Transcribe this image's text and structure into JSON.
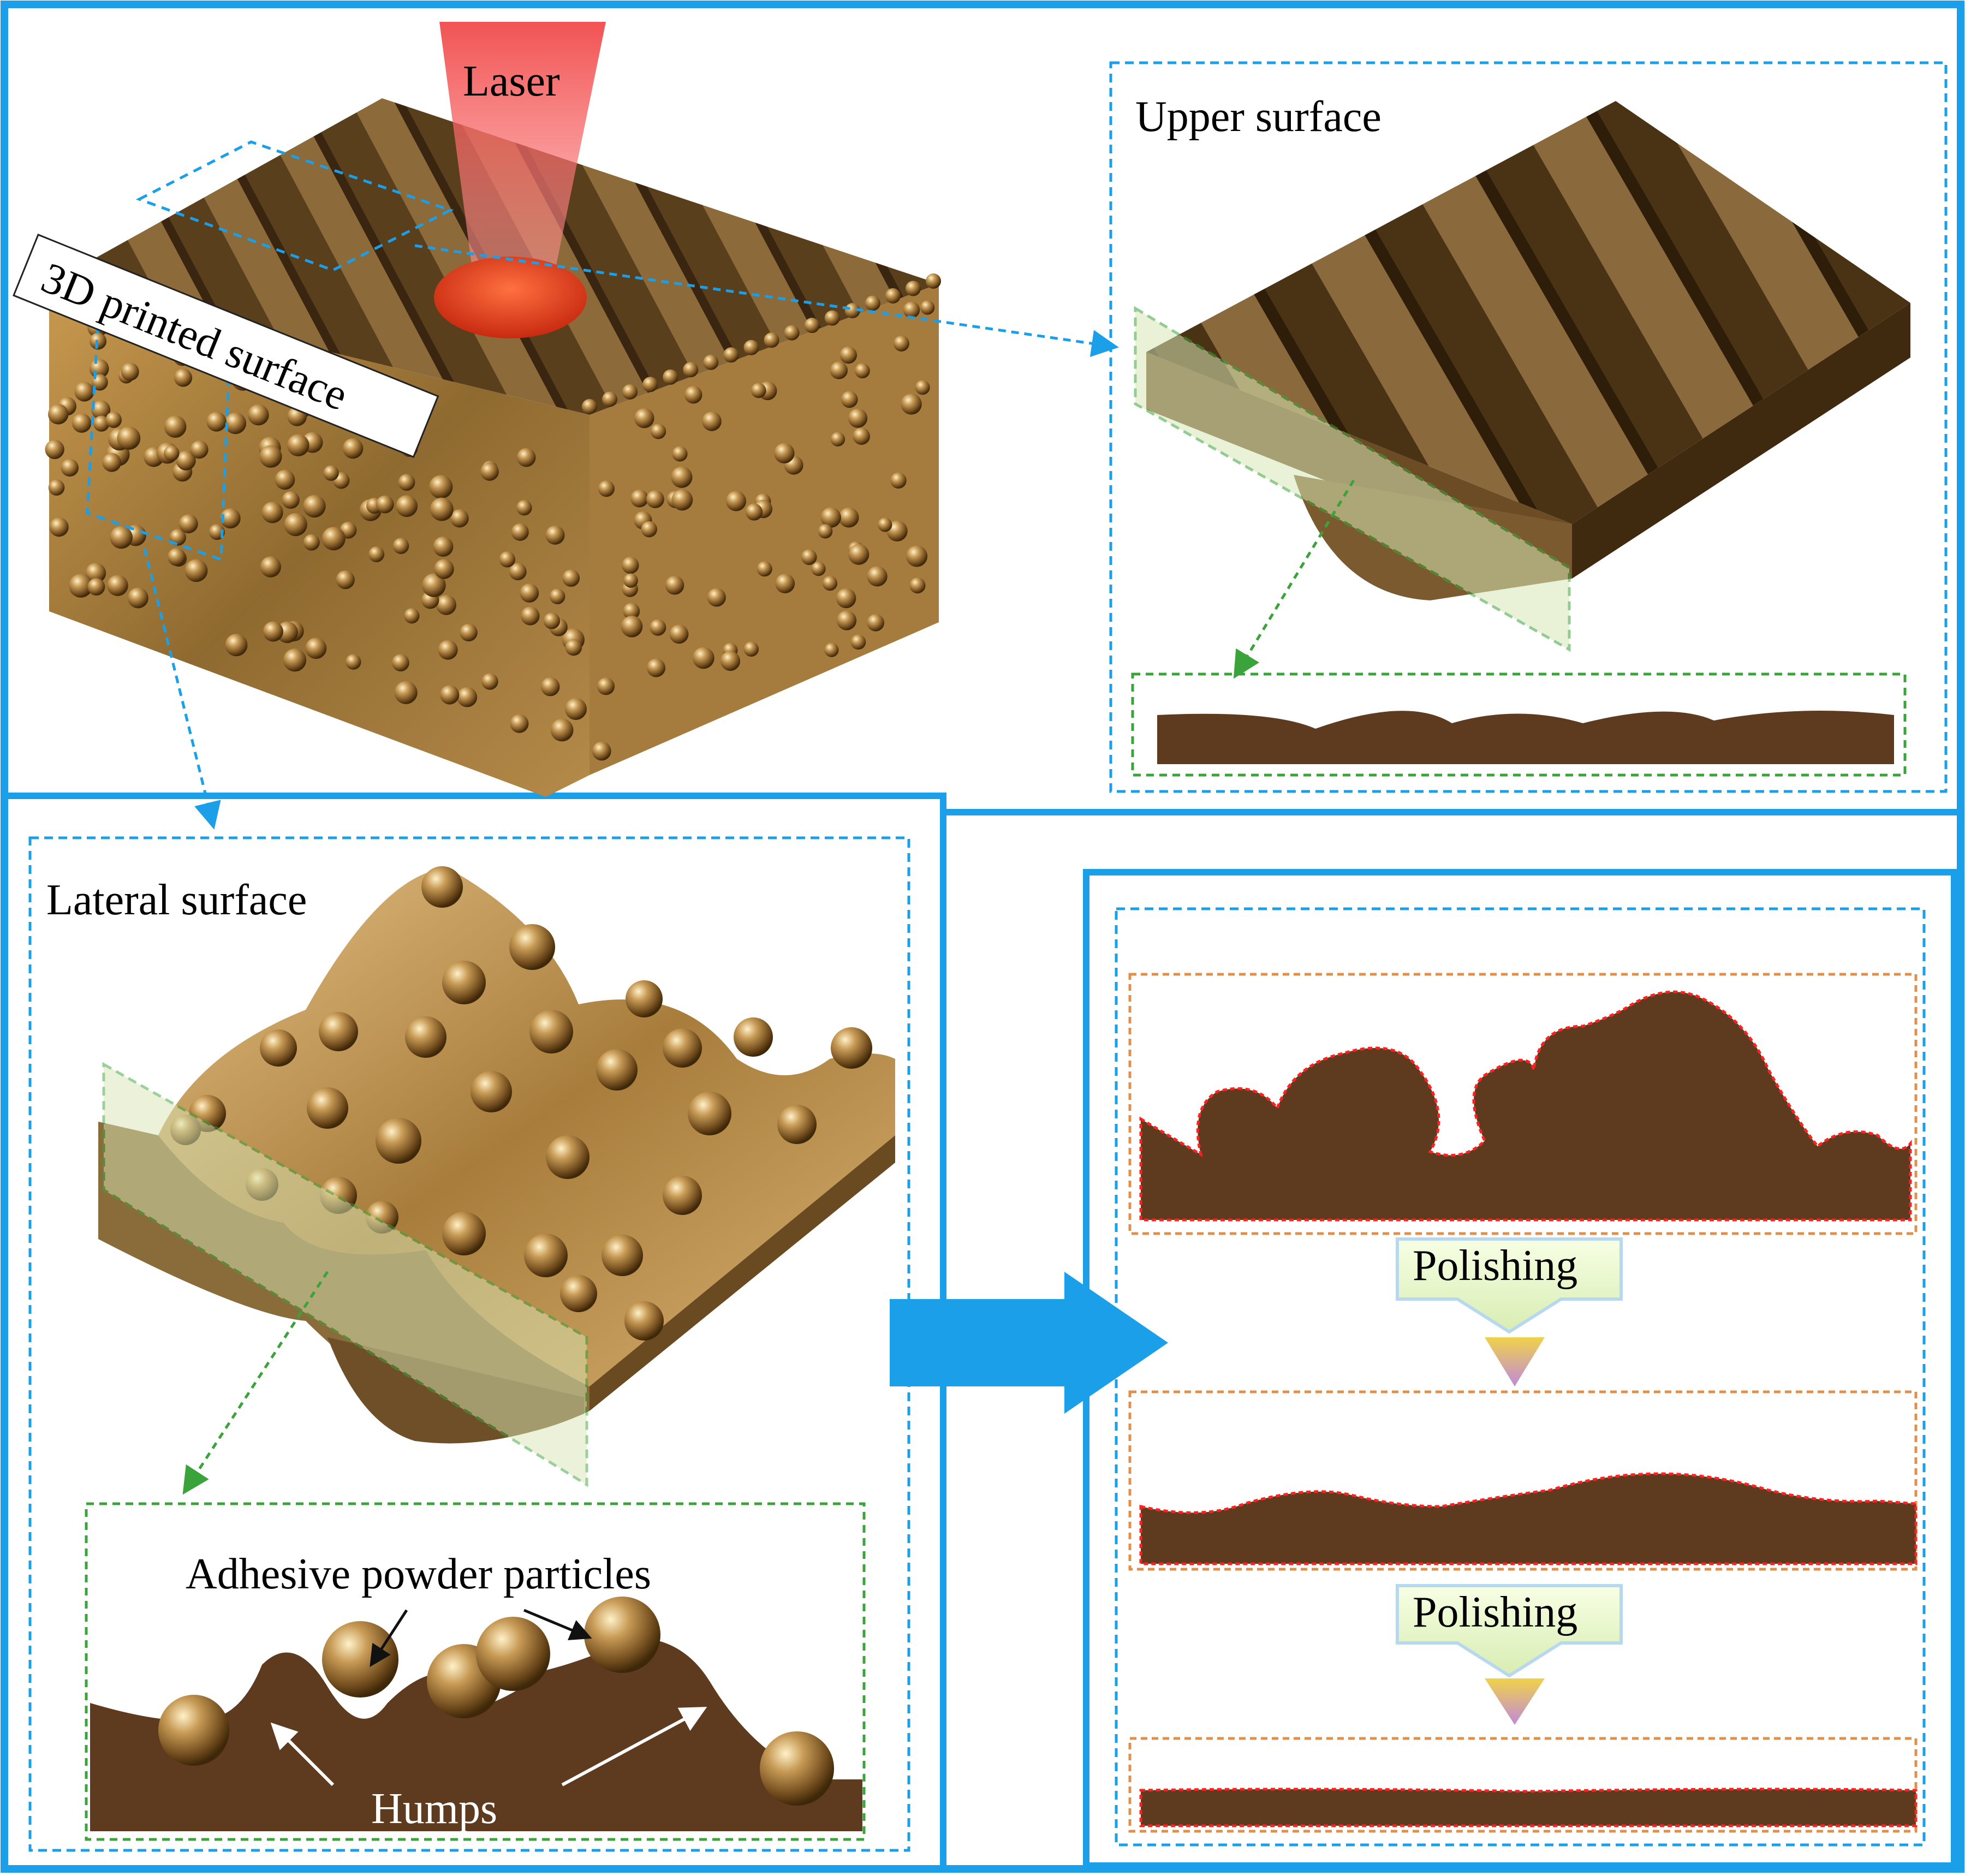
{
  "labels": {
    "laser": "Laser",
    "printed_surface": "3D printed surface",
    "upper_surface": "Upper surface",
    "lateral_surface": "Lateral surface",
    "adhesive": "Adhesive powder particles",
    "humps": "Humps",
    "polishing_1": "Polishing",
    "polishing_2": "Polishing"
  },
  "colors": {
    "frame_blue": "#1a9fe8",
    "guide_green": "#3aa33a",
    "stage_orange": "#e0904a",
    "profile_brown": "#5e3b1f",
    "bronze": "#b58a4a",
    "laser_red": "#f04040",
    "highlight_red": "#ff2020"
  },
  "icons": {
    "process_arrow": "thick-right-arrow-icon",
    "step_arrow": "down-chevron-arrow-icon"
  }
}
